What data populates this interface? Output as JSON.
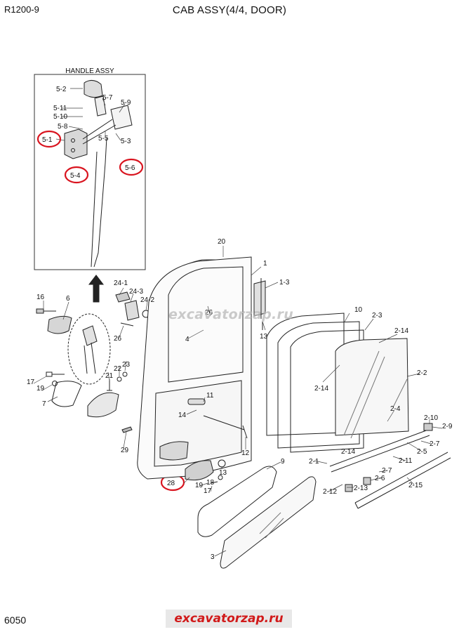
{
  "header": {
    "model": "R1200-9",
    "title": "CAB ASSY(4/4, DOOR)"
  },
  "page_number": "6050",
  "watermark": "excavatorzap.ru",
  "footer_brand": "excavatorzap.ru",
  "inset": {
    "title": "HANDLE ASSY"
  },
  "highlight_color": "#d9141f",
  "labels": {
    "l5_2": "5-2",
    "l5_7": "5-7",
    "l5_11": "5-11",
    "l5_9": "5-9",
    "l5_10": "5-10",
    "l5_8": "5-8",
    "l5_5": "5-5",
    "l5_3": "5-3",
    "l5_1": "5-1",
    "l5_4": "5-4",
    "l5_6": "5-6",
    "l20": "20",
    "l1": "1",
    "l1_3": "1-3",
    "l24_1": "24-1",
    "l24_3": "24-3",
    "l24_2": "24-2",
    "l16": "16",
    "l6": "6",
    "l26a": "26",
    "l26b": "26",
    "l4": "4",
    "l13a": "13",
    "l10": "10",
    "l2_3": "2-3",
    "l2_14a": "2-14",
    "l2_14b": "2-14",
    "l2_14c": "2-14",
    "l2_2": "2-2",
    "l17a": "17",
    "l19a": "19",
    "l21": "21",
    "l22": "22",
    "l23": "23",
    "l7": "7",
    "l11": "11",
    "l14": "14",
    "l2_4": "2-4",
    "l2_10": "2-10",
    "l2_9": "2-9",
    "l2_5": "2-5",
    "l2_7a": "2-7",
    "l2_11": "2-11",
    "l2_1": "2-1",
    "l2_7b": "2-7",
    "l2_6": "2-6",
    "l2_13": "2-13",
    "l2_12": "2-12",
    "l2_15": "2-15",
    "l12": "12",
    "l29": "29",
    "l9": "9",
    "l13b": "13",
    "l18": "18",
    "l28": "28",
    "l19b": "19",
    "l17b": "17",
    "l3": "3"
  }
}
